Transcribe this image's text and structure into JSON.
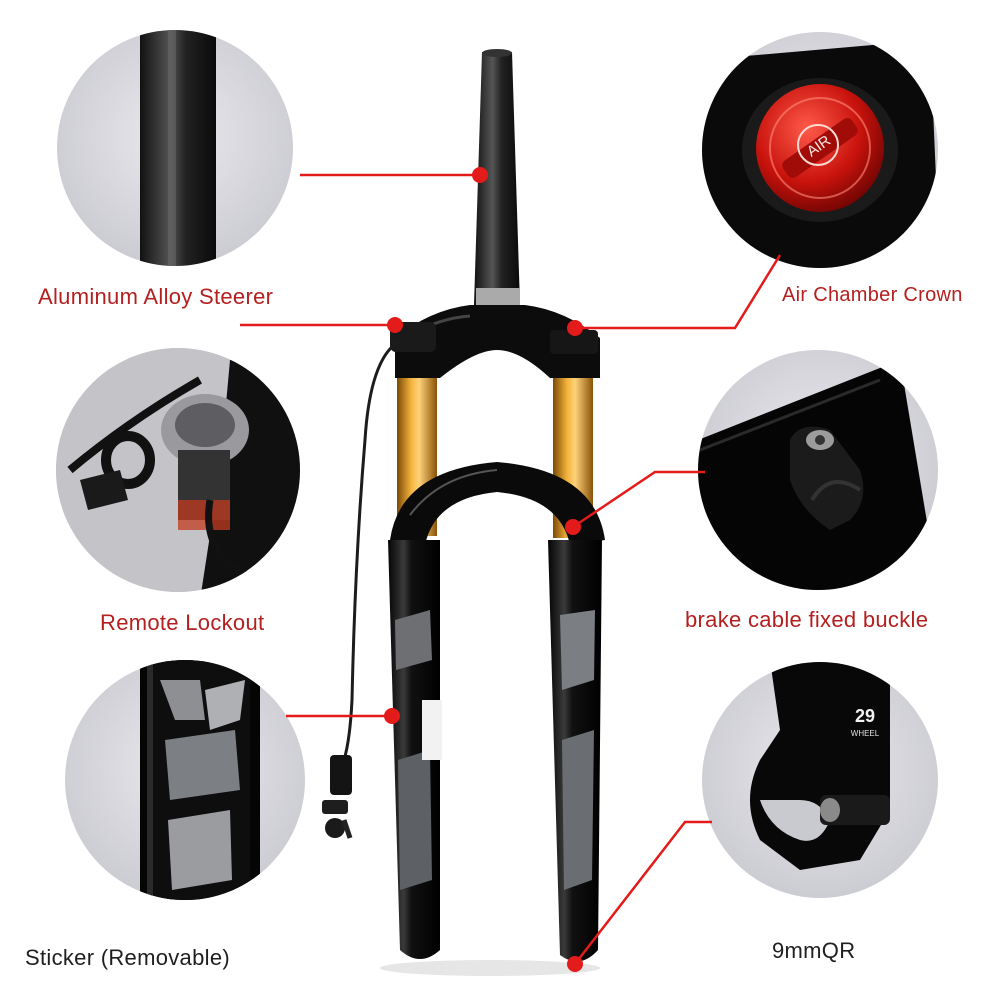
{
  "labels": {
    "steerer": "Aluminum Alloy Steerer",
    "air_chamber": "Air Chamber Crown",
    "remote_lockout": "Remote Lockout",
    "brake_buckle": "brake cable fixed buckle",
    "sticker": "Sticker (Removable)",
    "qr": "9mmQR"
  },
  "product_marks": {
    "air_cap_text": "AIR",
    "wheel_size": "29",
    "wheel_word": "WHEEL"
  },
  "colors": {
    "callout": "#e31b1b",
    "stanchion": "#e8961e",
    "label_red": "#b51f1f",
    "label_dark": "#1f1f1f",
    "circle_bg": "#d7d7dc"
  }
}
